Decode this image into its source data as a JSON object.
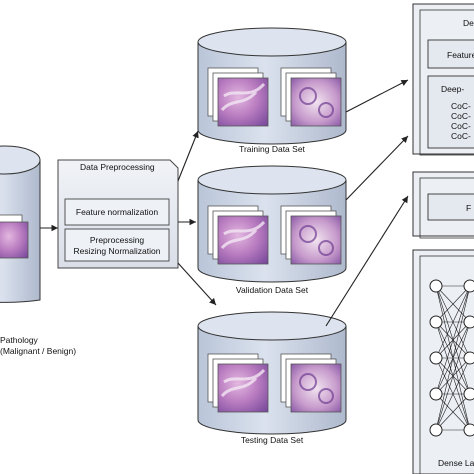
{
  "source": {
    "label_line1": "Pathology",
    "label_line2": "(Malignant / Benign)"
  },
  "preprocessing": {
    "title": "Data Preprocessing",
    "step1": "Feature normalization",
    "step2_line1": "Preprocessing",
    "step2_line2": "Resizing Normalization"
  },
  "datasets": [
    {
      "label": "Training Data Set"
    },
    {
      "label": "Validation Data Set"
    },
    {
      "label": "Testing Data Set"
    }
  ],
  "right_panel": {
    "top_title": "Deep",
    "feature_label": "Feature",
    "deep_label": "Deep-",
    "coc_items": [
      "CoC-",
      "CoC-",
      "CoC-",
      "CoC-"
    ],
    "mid_label": "F",
    "dense_label": "Dense Lay"
  },
  "colors": {
    "cylinder_fill": "#c9d3e3",
    "cylinder_top": "#dde4ef",
    "box_fill": "#e4e8ef",
    "stroke": "#333333",
    "tissue_pink": "#c98fc8",
    "tissue_purple": "#6f3d92"
  }
}
